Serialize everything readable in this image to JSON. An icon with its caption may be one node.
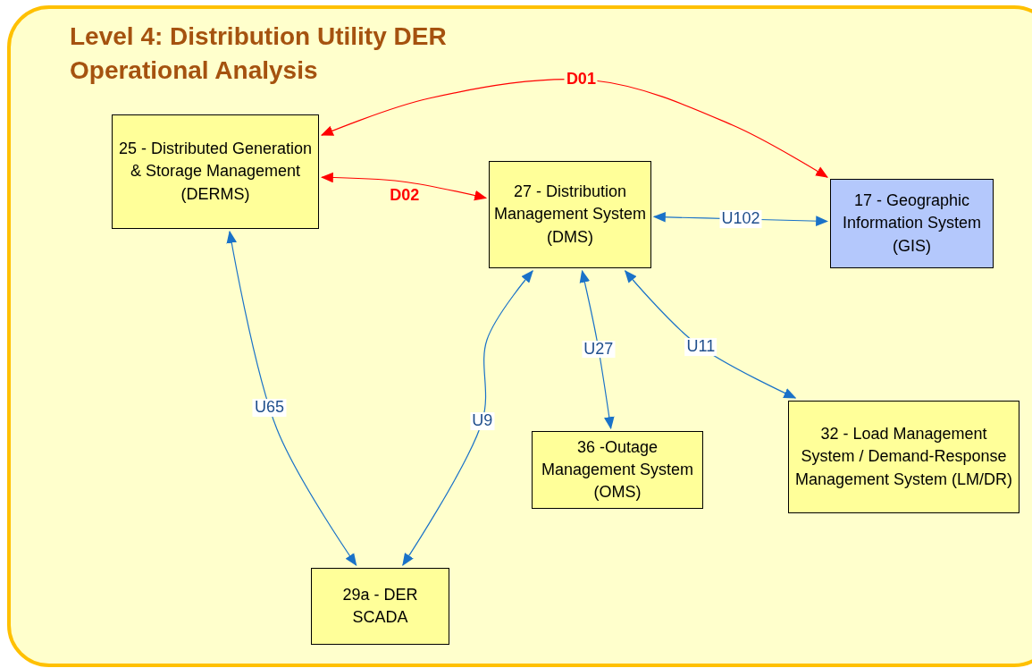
{
  "diagram": {
    "title": "Level 4: Distribution Utility DER Operational Analysis",
    "nodes": [
      {
        "text": [
          "25 - Distributed Generation & Storage Management (DERMS)"
        ]
      },
      {
        "text": [
          "27 - Distribution Management System (DMS)"
        ]
      },
      {
        "text": [
          "17 - Geographic Information System (GIS)"
        ]
      },
      {
        "text": [
          "36 -Outage Management System (OMS)"
        ]
      },
      {
        "text": [
          "32 - Load Management System / Demand-Response Management System (LM/DR)"
        ]
      },
      {
        "text": [
          "29a - DER SCADA"
        ]
      }
    ],
    "edges": [
      {
        "from": 2,
        "to": 0,
        "arrow": "both",
        "label": "D01",
        "color": "#ff0000"
      },
      {
        "from": 0,
        "to": 1,
        "arrow": "both",
        "label": "D02",
        "color": "#ff0000"
      },
      {
        "from": 1,
        "to": 2,
        "arrow": "both",
        "label": "U102"
      },
      {
        "from": 1,
        "to": 3,
        "arrow": "both",
        "label": "U27"
      },
      {
        "from": 1,
        "to": 4,
        "arrow": "both",
        "label": "U11"
      },
      {
        "from": 1,
        "to": 5,
        "arrow": "both",
        "label": "U9"
      },
      {
        "from": 0,
        "to": 5,
        "arrow": "both",
        "label": "U65"
      }
    ]
  }
}
